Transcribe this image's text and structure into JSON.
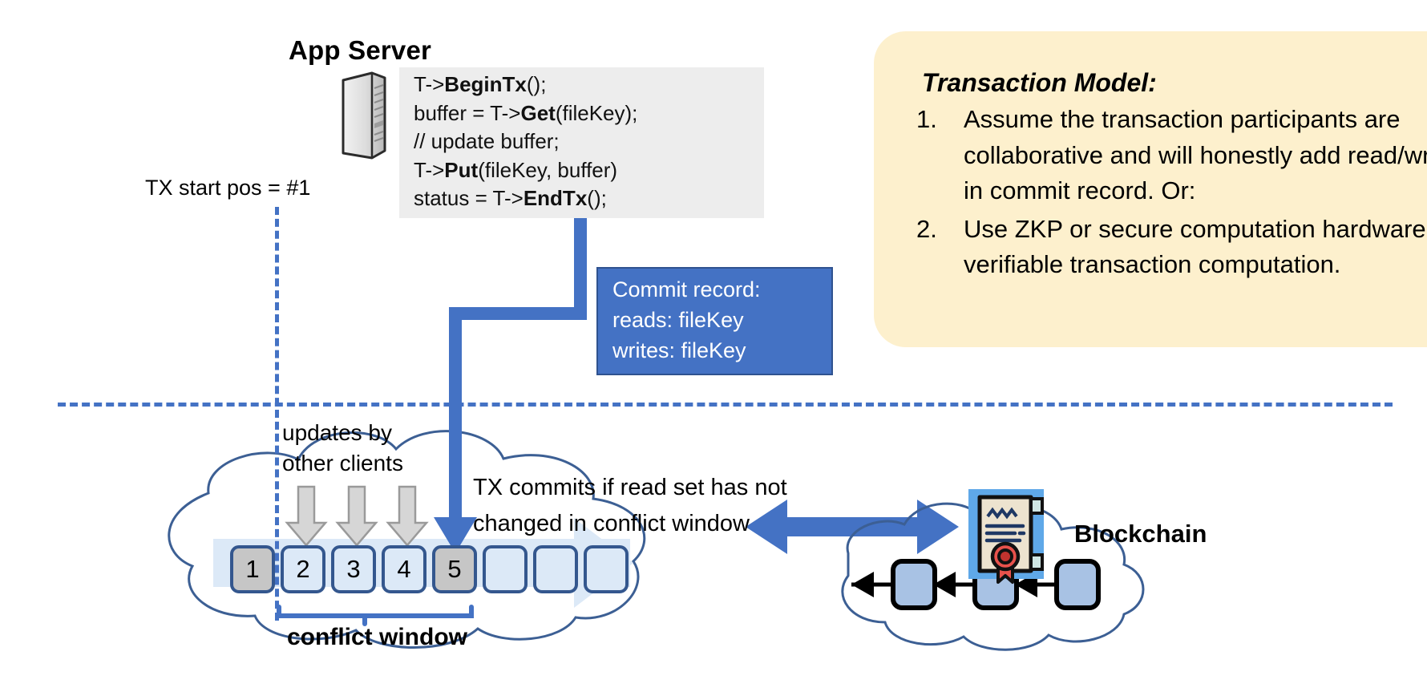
{
  "app_server": {
    "title": "App Server",
    "icon": "server-tower-icon",
    "code": [
      [
        {
          "t": "T->",
          "b": false
        },
        {
          "t": "BeginTx",
          "b": true
        },
        {
          "t": "();",
          "b": false
        }
      ],
      [
        {
          "t": "buffer = T->",
          "b": false
        },
        {
          "t": "Get",
          "b": true
        },
        {
          "t": "(fileKey);",
          "b": false
        }
      ],
      [
        {
          "t": "// update buffer;",
          "b": false
        }
      ],
      [
        {
          "t": "T->",
          "b": false
        },
        {
          "t": "Put",
          "b": true
        },
        {
          "t": "(fileKey, buffer)",
          "b": false
        }
      ],
      [
        {
          "t": "status = T->",
          "b": false
        },
        {
          "t": "EndTx",
          "b": true
        },
        {
          "t": "();",
          "b": false
        }
      ]
    ]
  },
  "tx_start": {
    "label": "TX start pos = #1"
  },
  "commit_record": {
    "lines": [
      "Commit record:",
      "reads: fileKey",
      "writes: fileKey"
    ],
    "bg": "#4472c4"
  },
  "transaction_model": {
    "heading": "Transaction Model:",
    "items": [
      {
        "num": "1.",
        "text": "Assume the transaction participants are collaborative and will honestly add read/write set in commit record.  Or:"
      },
      {
        "num": "2.",
        "text": "Use ZKP or secure computation hardware for verifiable transaction computation."
      }
    ],
    "bg": "#fdf0cd"
  },
  "annotations": {
    "updates_by_other_clients": "updates by\nother clients",
    "tx_commits": "TX commits if read set has not\nchanged in conflict window",
    "conflict_window": "conflict window",
    "blockchain": "Blockchain"
  },
  "ledger": {
    "cells": [
      {
        "label": "1",
        "style": "grey"
      },
      {
        "label": "2",
        "style": "blue"
      },
      {
        "label": "3",
        "style": "blue"
      },
      {
        "label": "4",
        "style": "blue"
      },
      {
        "label": "5",
        "style": "grey"
      },
      {
        "label": "",
        "style": "blue"
      },
      {
        "label": "",
        "style": "blue"
      },
      {
        "label": "",
        "style": "blue"
      }
    ]
  },
  "blockchain": {
    "blocks": [
      "",
      "",
      ""
    ],
    "certificate_icon": "certificate-seal-icon"
  },
  "colors": {
    "accent_blue": "#4472c4",
    "dark_blue": "#2f528f",
    "cloud_outline": "#3c5f94",
    "light_blue_fill": "#dce9f7",
    "grey_fill": "#c6c6c6",
    "note_yellow": "#fdf0cd",
    "code_grey": "#ededed",
    "grey_arrow": "#d0d0d0",
    "seal_red": "#e8524c"
  }
}
